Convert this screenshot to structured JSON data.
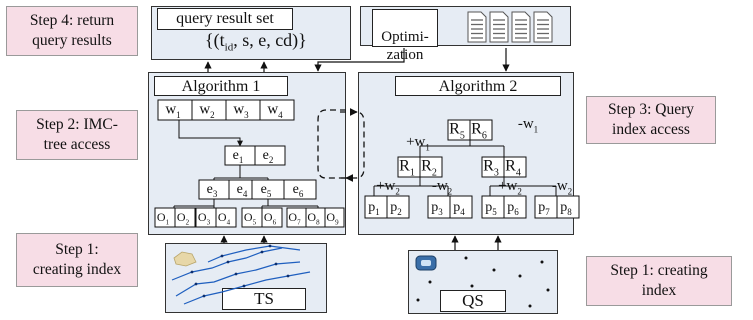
{
  "steps": {
    "step4": "Step 4: return\nquery results",
    "step2": "Step 2: IMC-\ntree access",
    "step1_left": "Step 1:\ncreating index",
    "step3": "Step 3: Query\nindex access",
    "step1_right": "Step 1: creating\nindex"
  },
  "result": {
    "title": "query result set",
    "formula": "{(t",
    "formula_sub": "id",
    "formula_rest": ", s, e, cd)}"
  },
  "optimization": "Optimi-\nzation",
  "algorithm1": {
    "title": "Algorithm 1",
    "w": [
      {
        "b": "w",
        "s": "1"
      },
      {
        "b": "w",
        "s": "2"
      },
      {
        "b": "w",
        "s": "3"
      },
      {
        "b": "w",
        "s": "4"
      }
    ],
    "e12": [
      {
        "b": "e",
        "s": "1"
      },
      {
        "b": "e",
        "s": "2"
      }
    ],
    "e34": [
      {
        "b": "e",
        "s": "3"
      },
      {
        "b": "e",
        "s": "4"
      }
    ],
    "e56": [
      {
        "b": "e",
        "s": "5"
      },
      {
        "b": "e",
        "s": "6"
      }
    ],
    "leaves": [
      [
        {
          "b": "O",
          "s": "1"
        },
        {
          "b": "O",
          "s": "2"
        }
      ],
      [
        {
          "b": "O",
          "s": "3"
        },
        {
          "b": "O",
          "s": "4"
        }
      ],
      [
        {
          "b": "O",
          "s": "5"
        },
        {
          "b": "O",
          "s": "6"
        }
      ],
      [
        {
          "b": "O",
          "s": "7"
        },
        {
          "b": "O",
          "s": "8"
        },
        {
          "b": "O",
          "s": "9"
        }
      ]
    ]
  },
  "algorithm2": {
    "title": "Algorithm 2",
    "root": [
      {
        "b": "R",
        "s": "5"
      },
      {
        "b": "R",
        "s": "6"
      }
    ],
    "mid_left": [
      {
        "b": "R",
        "s": "1"
      },
      {
        "b": "R",
        "s": "2"
      }
    ],
    "mid_right": [
      {
        "b": "R",
        "s": "3"
      },
      {
        "b": "R",
        "s": "4"
      }
    ],
    "leaves": [
      [
        {
          "b": "p",
          "s": "1"
        },
        {
          "b": "p",
          "s": "2"
        }
      ],
      [
        {
          "b": "p",
          "s": "3"
        },
        {
          "b": "p",
          "s": "4"
        }
      ],
      [
        {
          "b": "p",
          "s": "5"
        },
        {
          "b": "p",
          "s": "6"
        }
      ],
      [
        {
          "b": "p",
          "s": "7"
        },
        {
          "b": "p",
          "s": "8"
        }
      ]
    ],
    "edge_labels": {
      "plus_w1": {
        "b": "+w",
        "s": "1"
      },
      "minus_w1": {
        "b": "-w",
        "s": "1"
      },
      "plus_w2_a": {
        "b": "+w",
        "s": "2"
      },
      "minus_w2_a": {
        "b": "-w",
        "s": "2"
      },
      "plus_w2_b": {
        "b": "+w",
        "s": "2"
      },
      "minus_w2_b": {
        "b": "-w",
        "s": "2"
      }
    }
  },
  "ts_label": "TS",
  "qs_label": "QS",
  "colors": {
    "step_fill": "#f7dde6",
    "panel_fill": "#e6ecf4",
    "map_line": "#1f5fbf"
  }
}
